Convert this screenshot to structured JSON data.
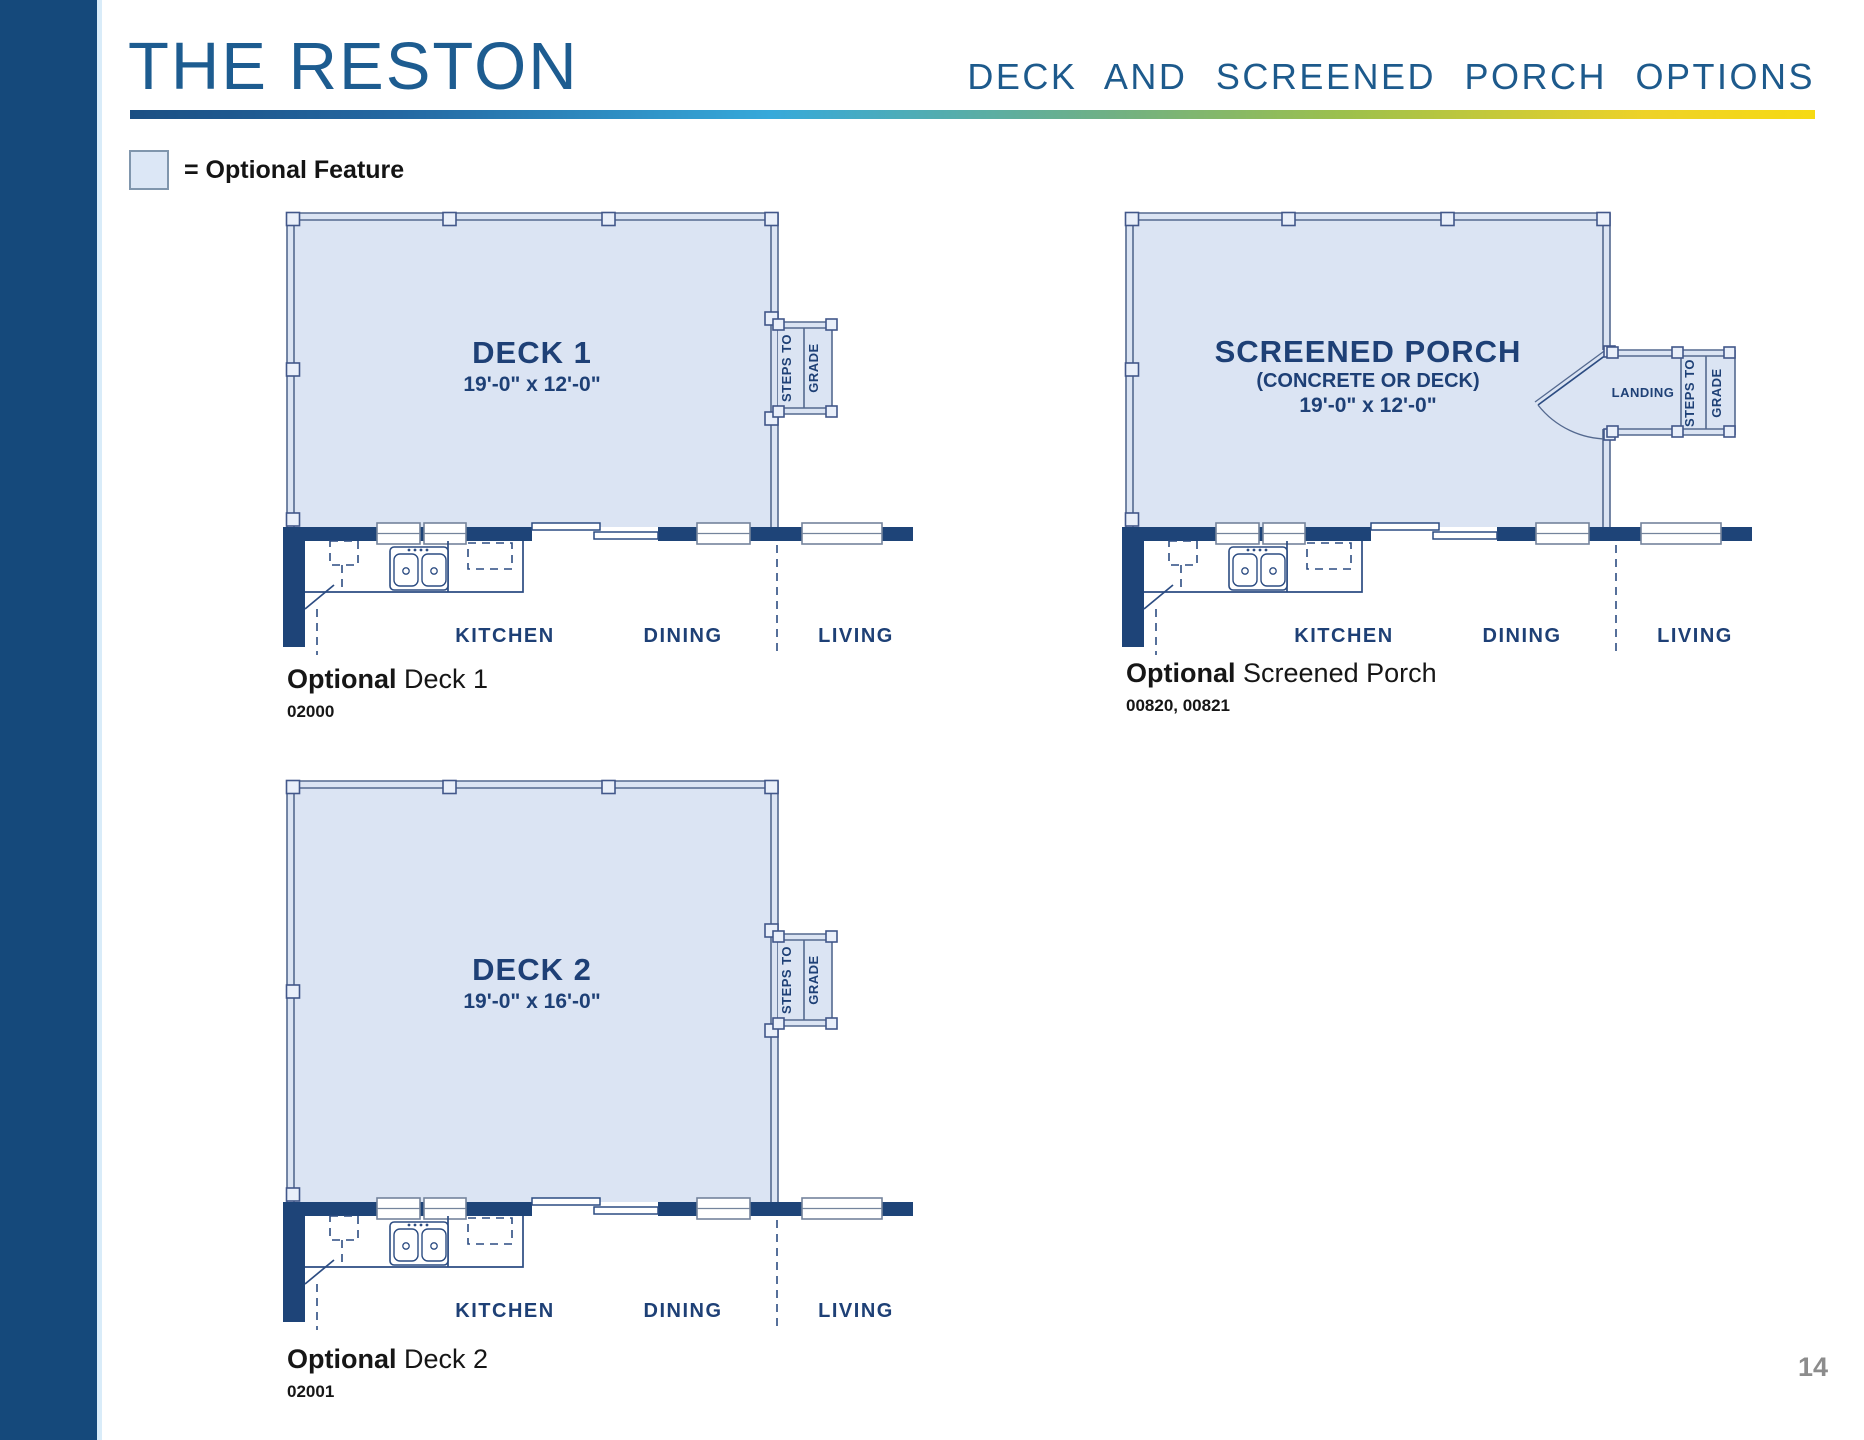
{
  "page": {
    "title": "THE RESTON",
    "subtitle": "DECK  AND  SCREENED  PORCH  OPTIONS",
    "legend_label": "= Optional Feature",
    "page_number": "14"
  },
  "colors": {
    "sidebar_navy": "#15497b",
    "title_blue": "#1d5c90",
    "plan_navy": "#1e4478",
    "optional_fill": "#dbe4f3",
    "gradient_rule": [
      "#1b4f83",
      "#36a9da",
      "#9cc04c",
      "#f6da12"
    ],
    "page_number_gray": "#8c8c8c"
  },
  "figures": [
    {
      "plan_title": "DECK 1",
      "plan_dims": "19'-0\" x 12'-0\"",
      "steps_line1": "STEPS TO",
      "steps_line2": "GRADE",
      "room_kitchen": "KITCHEN",
      "room_dining": "DINING",
      "room_living": "LIVING",
      "caption_bold": "Optional",
      "caption_text": "Deck 1",
      "option_code": "02000"
    },
    {
      "plan_title": "SCREENED PORCH",
      "plan_subtitle": "(CONCRETE OR DECK)",
      "plan_dims": "19'-0\" x 12'-0\"",
      "landing_label": "LANDING",
      "steps_line1": "STEPS TO",
      "steps_line2": "GRADE",
      "room_kitchen": "KITCHEN",
      "room_dining": "DINING",
      "room_living": "LIVING",
      "caption_bold": "Optional",
      "caption_text": "Screened Porch",
      "option_code": "00820, 00821"
    },
    {
      "plan_title": "DECK 2",
      "plan_dims": "19'-0\" x 16'-0\"",
      "steps_line1": "STEPS TO",
      "steps_line2": "GRADE",
      "room_kitchen": "KITCHEN",
      "room_dining": "DINING",
      "room_living": "LIVING",
      "caption_bold": "Optional",
      "caption_text": "Deck 2",
      "option_code": "02001"
    }
  ]
}
